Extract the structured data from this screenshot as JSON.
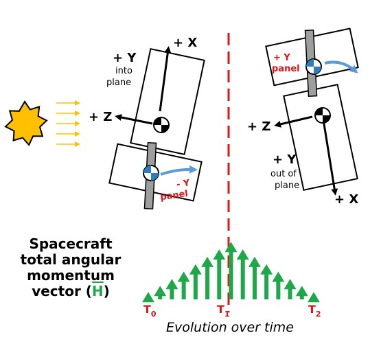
{
  "colors": {
    "sun": "#ffc000",
    "sun_rays": "#ffc000",
    "dashed_line": "#e01414",
    "momentum_arrows": "#1ea84a",
    "panel_label": "#e01414",
    "rotation_arrow": "#5b9bd5",
    "time_labels": "#e01414"
  },
  "left_craft": {
    "x_axis": "+ X",
    "y_axis": "+ Y",
    "y_note_line1": "into",
    "y_note_line2": "plane",
    "z_axis": "+ Z",
    "panel_line1": "- Y",
    "panel_line2": "panel"
  },
  "right_craft": {
    "panel_line1": "+ Y",
    "panel_line2": "panel",
    "z_axis": "+ Z",
    "y_axis": "+ Y",
    "y_note_line1": "out of",
    "y_note_line2": "plane",
    "x_axis": "+ X"
  },
  "momentum": {
    "title_line1": "Spacecraft",
    "title_line2": "total angular",
    "title_line3": "momentum",
    "title_line4_prefix": "vector (",
    "title_symbol": "H",
    "title_line4_suffix": ")",
    "arrow_heights": [
      0.12,
      0.22,
      0.33,
      0.45,
      0.57,
      0.69,
      0.81,
      0.93,
      0.81,
      0.69,
      0.57,
      0.45,
      0.33,
      0.22,
      0.12
    ]
  },
  "time": {
    "t0": "T",
    "t0_sub": "0",
    "t1": "T",
    "t1_sub": "1",
    "t2": "T",
    "t2_sub": "2",
    "caption": "Evolution over time"
  }
}
